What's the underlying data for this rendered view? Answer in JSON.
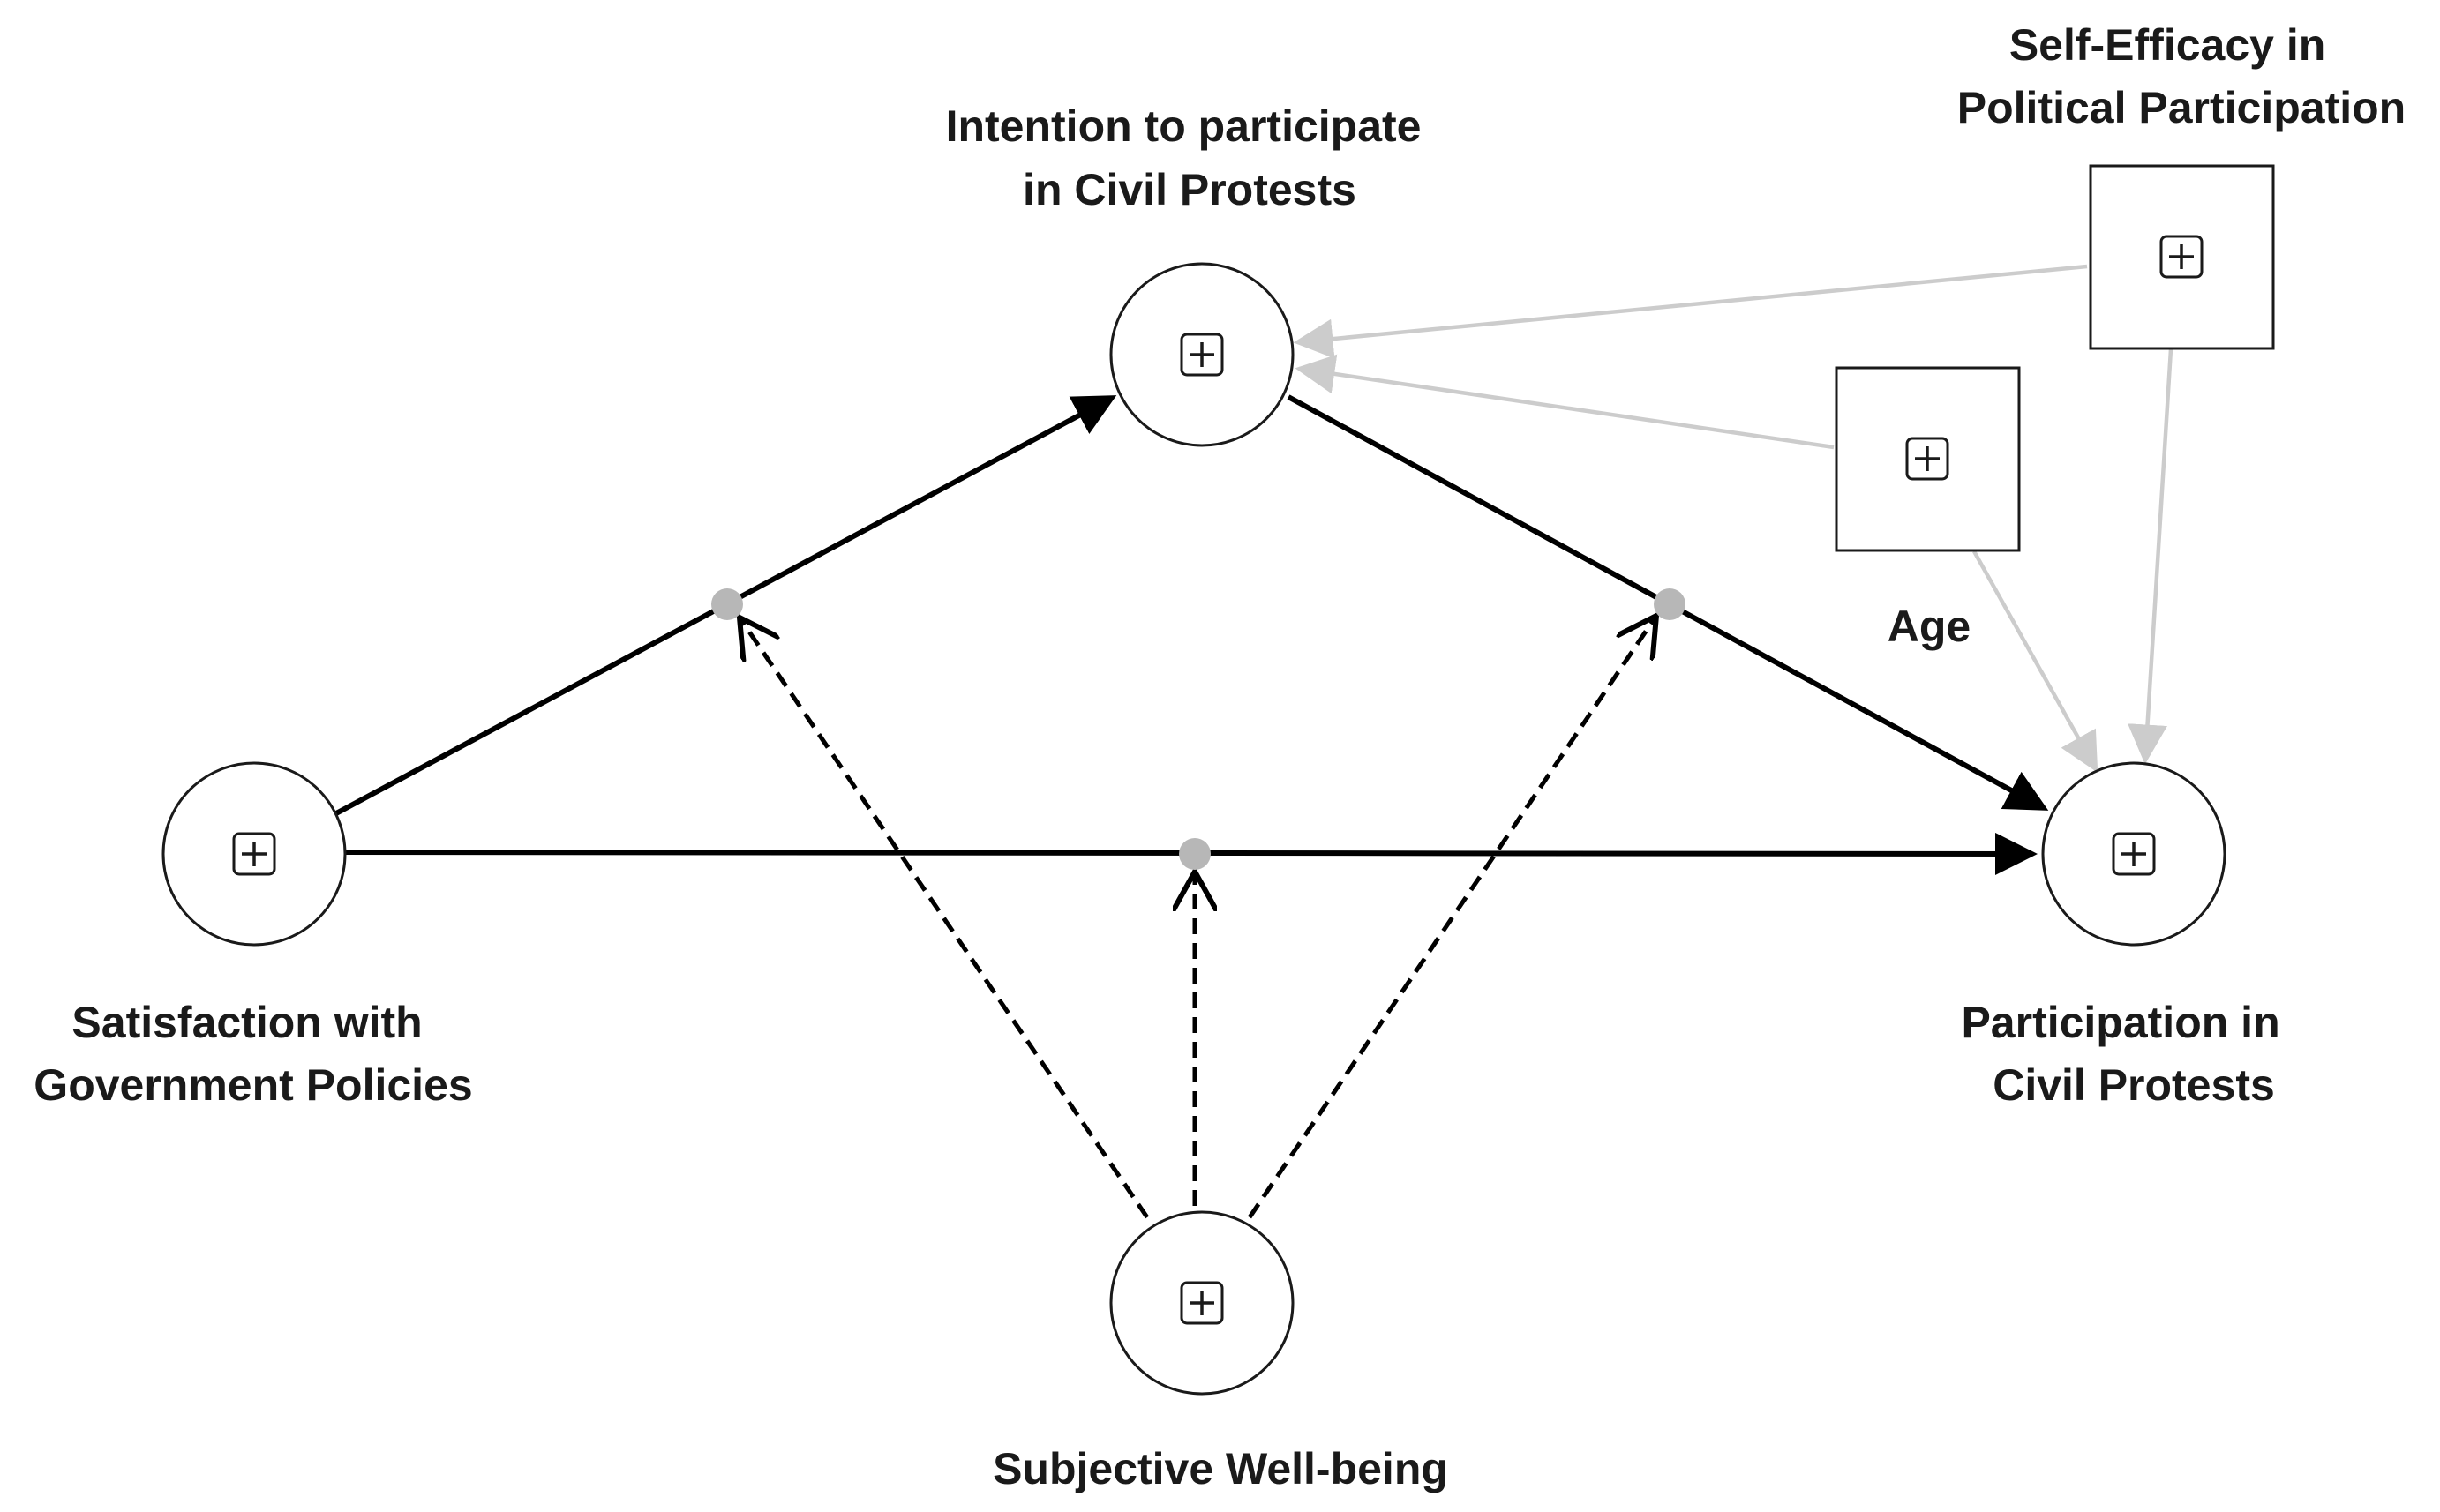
{
  "nodes": {
    "intention": {
      "label_lines": [
        "Intention to participate",
        "in Civil Protests"
      ]
    },
    "satisfaction": {
      "label_lines": [
        "Satisfaction with",
        "Government Policies"
      ]
    },
    "participation": {
      "label_lines": [
        "Participation in",
        "Civil Protests"
      ]
    },
    "wellbeing": {
      "label_lines": [
        "Subjective Well-being"
      ]
    },
    "age": {
      "label_lines": [
        "Age"
      ]
    },
    "self_efficacy": {
      "label_lines": [
        "Self-Efficacy in",
        "Political Participation"
      ]
    }
  },
  "colors": {
    "structural_path": "#000000",
    "control_path": "#cccccc",
    "moderator_dot": "#b7b7b7",
    "outline": "#1a1a1a"
  },
  "icons": {
    "node_expand": "plus-in-square-icon"
  }
}
